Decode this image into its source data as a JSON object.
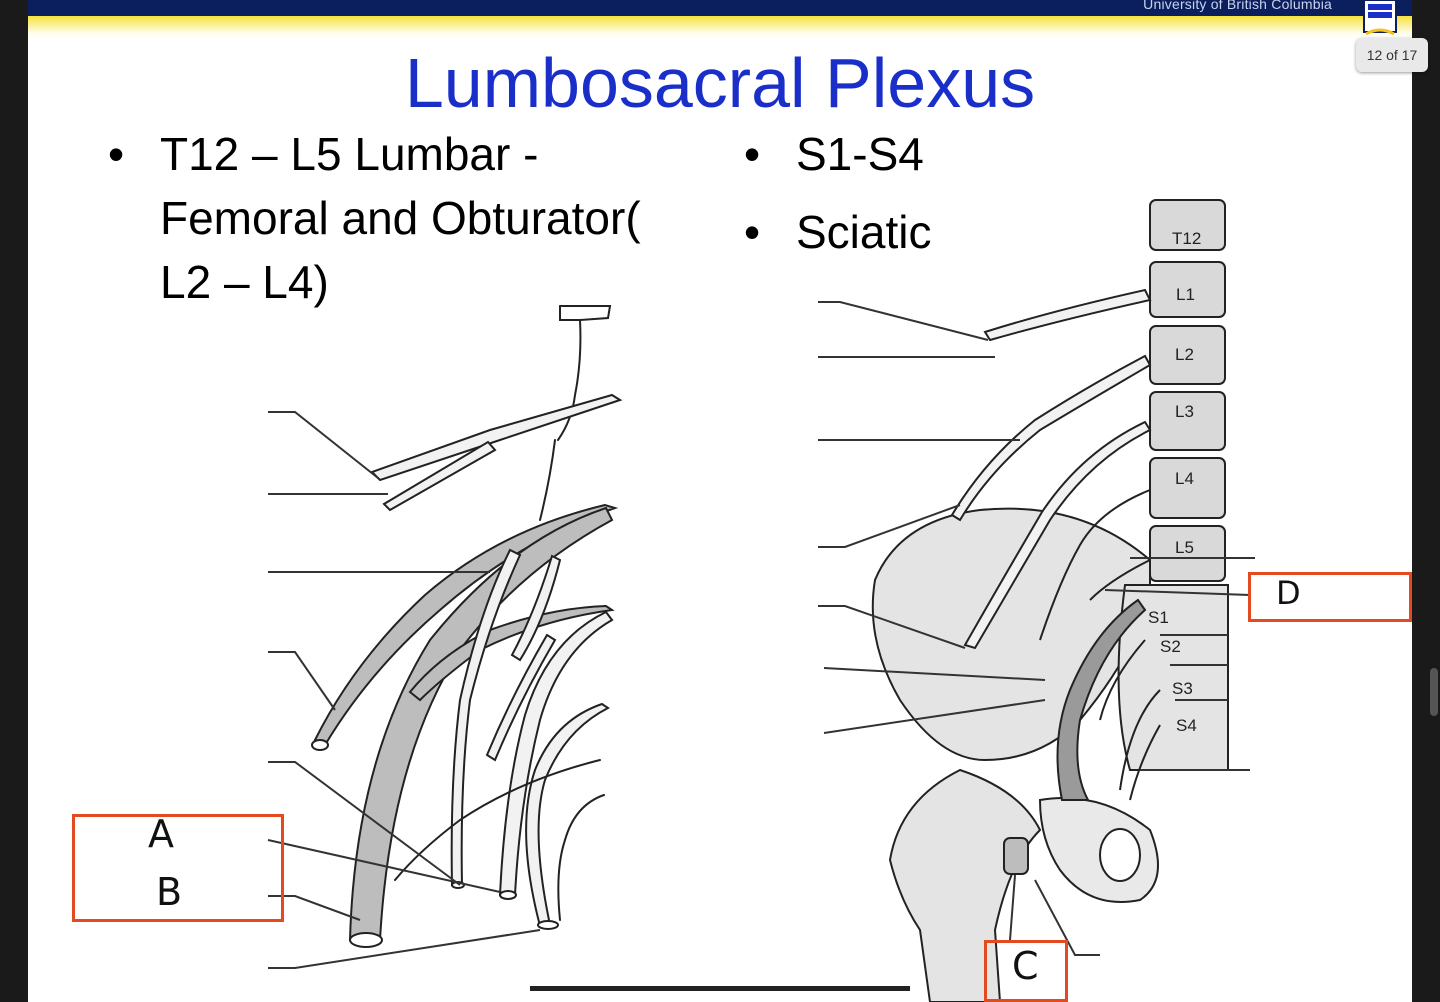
{
  "header": {
    "institution": "University of British Columbia",
    "page_counter": "12 of 17"
  },
  "slide": {
    "title": "Lumbosacral Plexus",
    "left_bullets": [
      "T12 – L5 Lumbar - Femoral and Obturator( L2 – L4)"
    ],
    "right_bullets": [
      "S1-S4",
      "Sciatic"
    ]
  },
  "vertebrae": [
    "T12",
    "L1",
    "L2",
    "L3",
    "L4",
    "L5"
  ],
  "sacral": [
    "S1",
    "S2",
    "S3",
    "S4"
  ],
  "answer_boxes": {
    "a": "A",
    "b": "B",
    "c": "C",
    "d": "D"
  },
  "colors": {
    "title": "#1a2fc9",
    "header_bar": "#0b1f5e",
    "answer_box_border": "#e34a1f",
    "nerve_fill": "#bdbdbd"
  }
}
